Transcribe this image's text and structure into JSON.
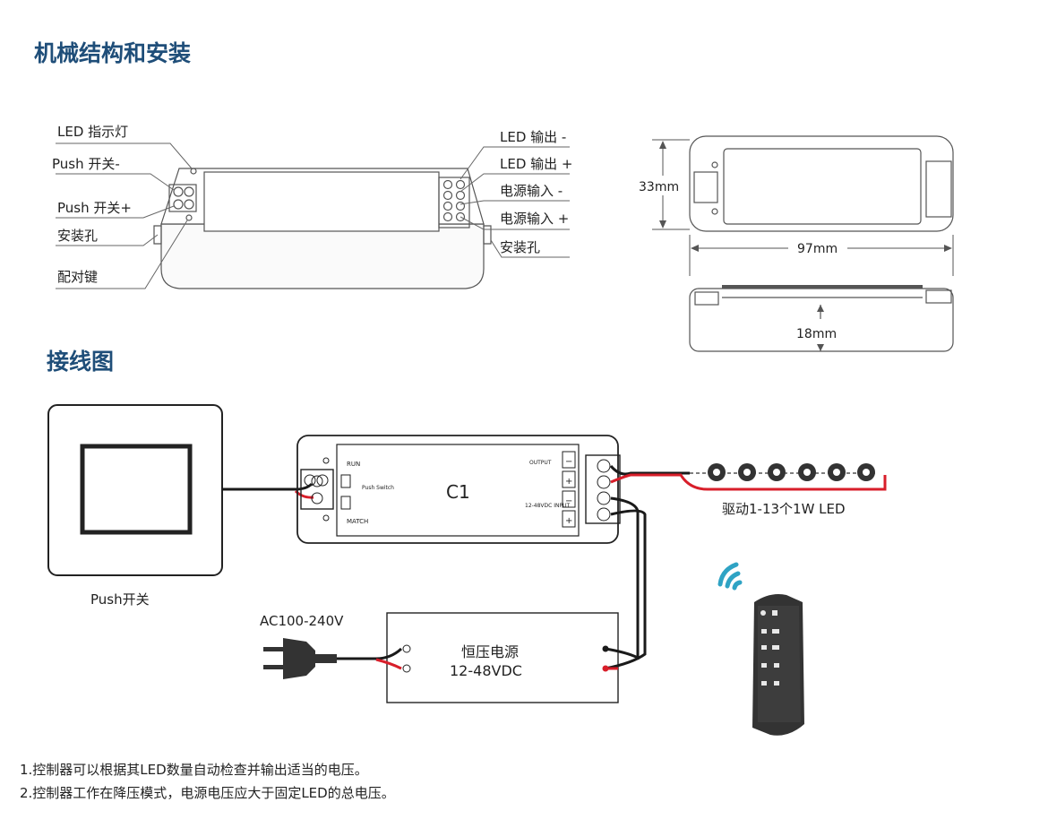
{
  "section_titles": {
    "mechanical": "机械结构和安装",
    "wiring": "接线图"
  },
  "callouts_left": [
    "LED 指示灯",
    "Push 开关-",
    "Push 开关+",
    "安装孔",
    "配对键"
  ],
  "callouts_right": [
    "LED 输出 -",
    "LED 输出 +",
    "电源输入 -",
    "电源输入 +",
    "安装孔"
  ],
  "dimensions": {
    "height": "33mm",
    "width": "97mm",
    "depth": "18mm"
  },
  "controller": {
    "model": "C1",
    "run": "RUN",
    "match": "MATCH",
    "push_switch": "Push Switch",
    "output": "OUTPUT",
    "input": "12-48VDC INPUT",
    "plus": "+",
    "minus": "−"
  },
  "labels": {
    "push_switch": "Push开关",
    "led_drive": "驱动1-13个1W LED",
    "ac_input": "AC100-240V",
    "psu_line1": "恒压电源",
    "psu_line2": "12-48VDC"
  },
  "colors": {
    "title": "#1f4e79",
    "wire_red": "#d81e2a",
    "wire_black": "#1a1a1a",
    "wifi": "#2fa3c4",
    "remote": "#333333"
  },
  "notes": [
    "1.控制器可以根据其LED数量自动检查并输出适当的电压。",
    "2.控制器工作在降压模式，电源电压应大于固定LED的总电压。"
  ]
}
